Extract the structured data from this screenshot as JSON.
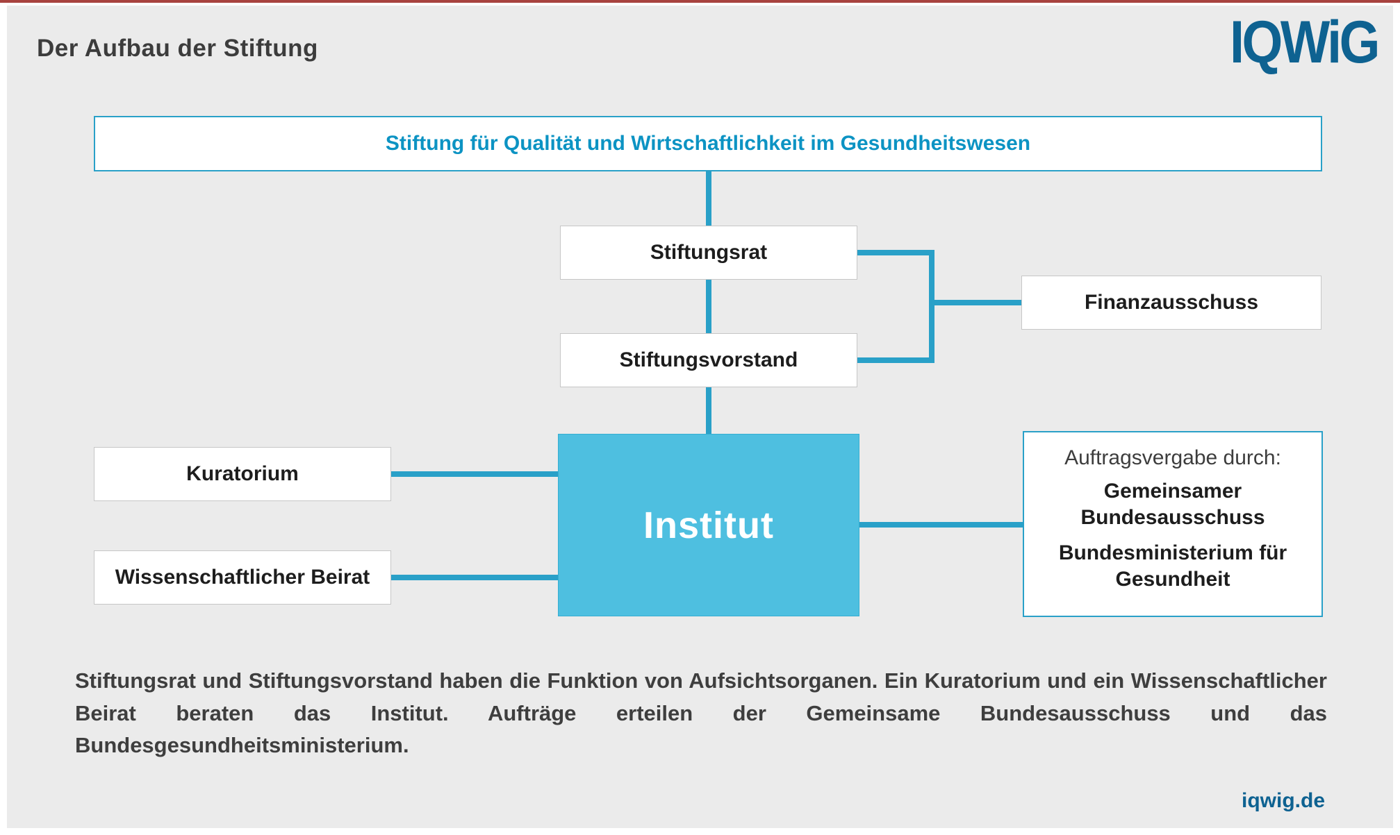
{
  "header": {
    "title": "Der Aufbau der Stiftung",
    "logo": "IQWiG"
  },
  "nodes": {
    "foundation": "Stiftung für Qualität und Wirtschaftlichkeit im Gesundheitswesen",
    "stiftungsrat": "Stiftungsrat",
    "stiftungsvorstand": "Stiftungsvorstand",
    "finanzausschuss": "Finanzausschuss",
    "institut": "Institut",
    "kuratorium": "Kuratorium",
    "wissenschaftlicher_beirat": "Wissenschaftlicher Beirat",
    "auftragsvergabe": {
      "heading": "Auftragsvergabe durch:",
      "org1": "Gemeinsamer Bundesausschuss",
      "org2": "Bundesministerium für Gesundheit"
    }
  },
  "caption": "Stiftungsrat und Stiftungsvorstand haben die Funktion von Aufsichtsorganen. Ein Kuratorium und ein Wissenschaftlicher Beirat beraten das Institut. Aufträge erteilen der Gemeinsame Bundesausschuss und das Bundesgesundheitsministerium.",
  "footer": {
    "link": "iqwig.de"
  },
  "colors": {
    "accent_blue": "#29a0c8",
    "institut_fill": "#4ebfe0",
    "logo_blue": "#0e6291",
    "foundation_text": "#0c93c3",
    "background_gray": "#ebebeb",
    "top_accent_red": "#a8433f"
  }
}
